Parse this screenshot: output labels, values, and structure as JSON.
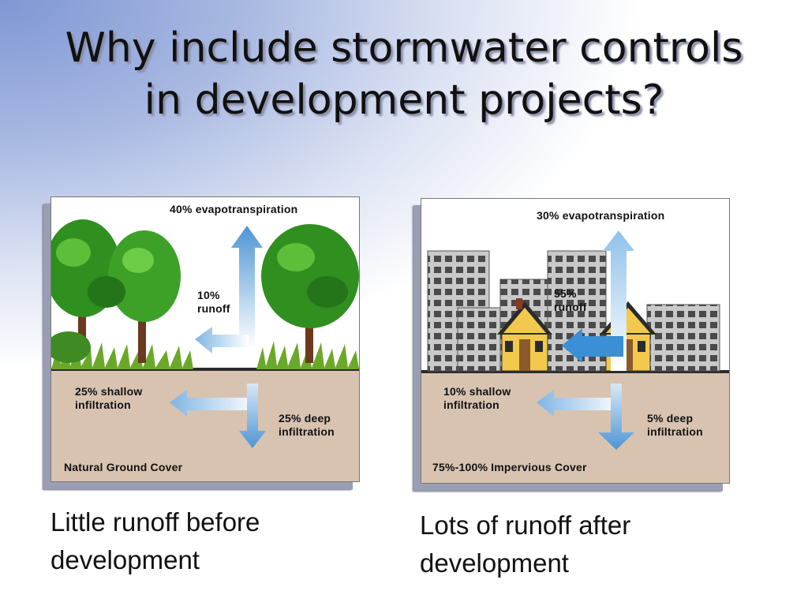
{
  "title": {
    "line1": "Why include stormwater controls",
    "line2": "in development projects?"
  },
  "panels": [
    {
      "evapotranspiration": "40% evapotranspiration",
      "runoff_pct": "10%",
      "runoff_word": "runoff",
      "shallow_1": "25% shallow",
      "shallow_2": "infiltration",
      "deep_1": "25% deep",
      "deep_2": "infiltration",
      "cover": "Natural Ground Cover",
      "caption_1": "Little runoff before",
      "caption_2": "development"
    },
    {
      "evapotranspiration": "30% evapotranspiration",
      "runoff_pct": "55%",
      "runoff_word": "runoff",
      "shallow_1": "10% shallow",
      "shallow_2": "infiltration",
      "deep_1": "5% deep",
      "deep_2": "infiltration",
      "cover": "75%-100% Impervious Cover",
      "caption_1": "Lots of runoff after",
      "caption_2": "development"
    }
  ],
  "colors": {
    "ground": "#d8c3b1",
    "grass": "#5c9a1e",
    "tree": "#2f8f1f",
    "arrow": "#5aa0d8",
    "building": "#c8c8c8",
    "house": "#f2c94c"
  }
}
